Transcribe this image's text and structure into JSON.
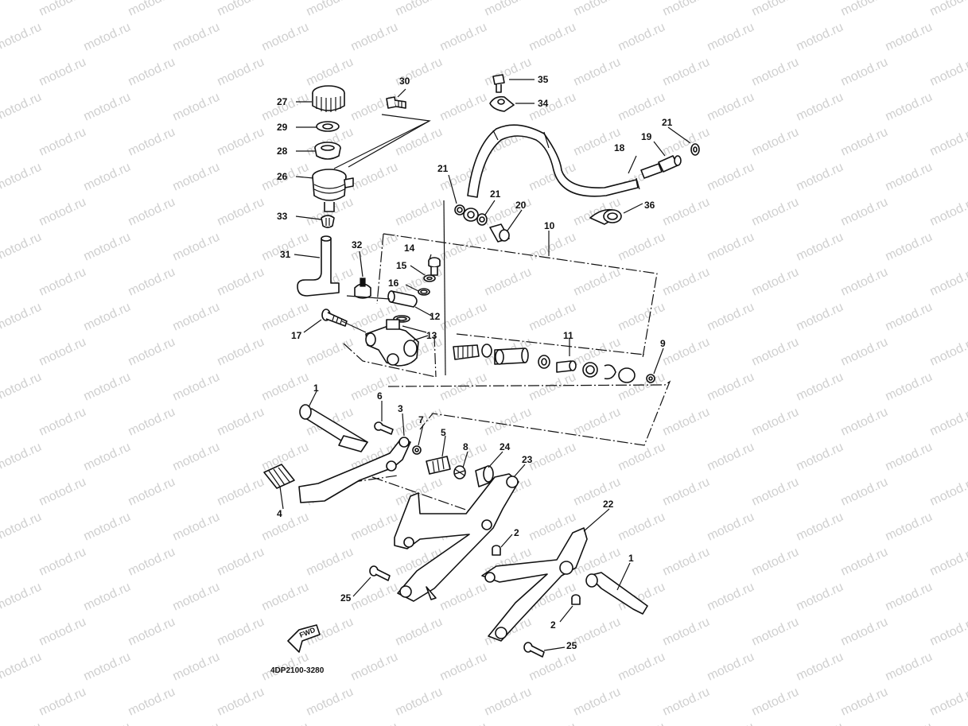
{
  "watermark": "motod.ru",
  "diagram_code": "4DP2100-3280",
  "fwd_label": "FWD",
  "callouts": {
    "c1a": "1",
    "c1b": "1",
    "c2a": "2",
    "c2b": "2",
    "c3": "3",
    "c4": "4",
    "c5": "5",
    "c6": "6",
    "c7": "7",
    "c8": "8",
    "c9": "9",
    "c10": "10",
    "c11": "11",
    "c12": "12",
    "c13": "13",
    "c14": "14",
    "c15": "15",
    "c16": "16",
    "c17": "17",
    "c18": "18",
    "c19": "19",
    "c20": "20",
    "c21a": "21",
    "c21b": "21",
    "c21c": "21",
    "c22": "22",
    "c23": "23",
    "c24": "24",
    "c25a": "25",
    "c25b": "25",
    "c26": "26",
    "c27": "27",
    "c28": "28",
    "c29": "29",
    "c30": "30",
    "c31": "31",
    "c32": "32",
    "c33": "33",
    "c34": "34",
    "c35": "35",
    "c36": "36"
  },
  "colors": {
    "ink": "#111111",
    "background": "#ffffff",
    "watermark": "#cfcfcf"
  }
}
